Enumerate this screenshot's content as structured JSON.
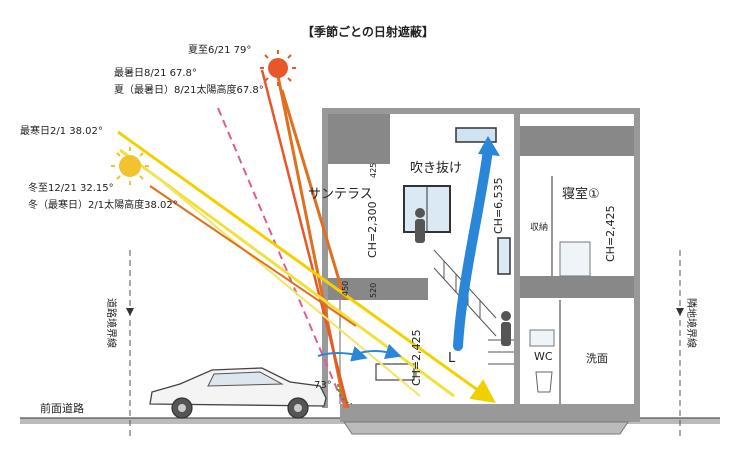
{
  "title": "【季節ごとの日射遮蔽】",
  "sun_labels": {
    "summer_solstice": "夏至6/21 79°",
    "hottest_day": "最暑日8/21 67.8°",
    "hottest_day_altitude": "夏（最暑日）8/21太陽高度67.8°",
    "coldest_day": "最寒日2/1 38.02°",
    "winter_solstice": "冬至12/21 32.15°",
    "coldest_day_altitude": "冬（最寒日）2/1太陽高度38.02°"
  },
  "rooms": {
    "sun_terrace": "サンテラス",
    "atrium": "吹き抜け",
    "bedroom": "寝室①",
    "storage": "収納",
    "living": "L",
    "wc": "WC",
    "washroom": "洗面"
  },
  "dimensions": {
    "ch_terrace": "CH=2,300",
    "ch_atrium": "CH=6,535",
    "ch_bedroom": "CH=2,425",
    "ch_living": "CH=2,425",
    "d425": "425",
    "d520": "520",
    "d450": "450"
  },
  "labels": {
    "road_boundary": "道路境界線",
    "neighbor_boundary": "隣地境界線",
    "front_road": "前面道路",
    "angle": "73°"
  },
  "colors": {
    "summer_sun": "#e8572a",
    "winter_sun": "#f2c230",
    "summer_ray": "#e0701e",
    "winter_ray": "#f0e040",
    "hottest_ray": "#e05a9a",
    "atrium_arrow": "#2a86d8",
    "wall": "#888888"
  }
}
